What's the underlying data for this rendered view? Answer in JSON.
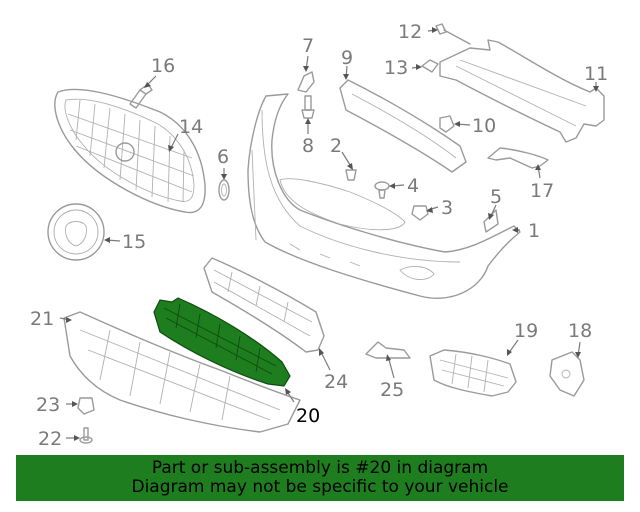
{
  "diagram": {
    "highlight_part": "20",
    "highlight_color": "#1e7d1e",
    "callouts": {
      "c1": "1",
      "c2": "2",
      "c3": "3",
      "c4": "4",
      "c5": "5",
      "c6": "6",
      "c7": "7",
      "c8": "8",
      "c9": "9",
      "c10": "10",
      "c11": "11",
      "c12": "12",
      "c13": "13",
      "c14": "14",
      "c15": "15",
      "c16": "16",
      "c17": "17",
      "c18": "18",
      "c19": "19",
      "c20": "20",
      "c21": "21",
      "c22": "22",
      "c23": "23",
      "c24": "24",
      "c25": "25"
    }
  },
  "banner": {
    "line1": "Part or sub-assembly is #20 in diagram",
    "line2": "Diagram may not be specific to your vehicle",
    "background": "#1e7d1e"
  }
}
